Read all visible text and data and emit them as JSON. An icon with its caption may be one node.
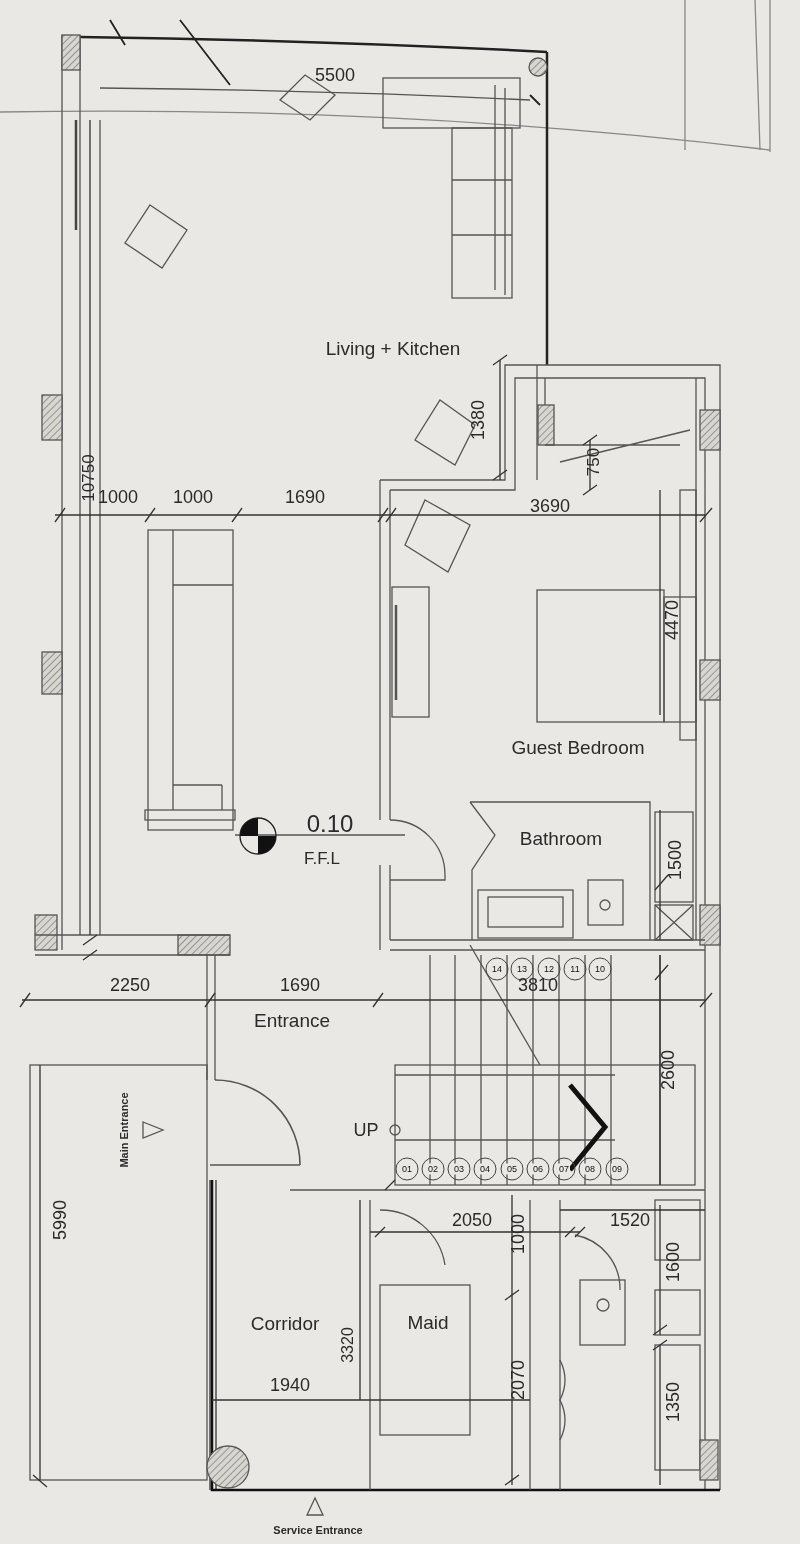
{
  "diagram": {
    "labels": [
      "5500",
      "Living + Kitchen",
      "1380",
      "750",
      "10750",
      "1000",
      "1000",
      "1690",
      "3690",
      "4470",
      "Guest Bedroom",
      "0.10",
      "F.F.L",
      "Bathroom",
      "1500",
      "2250",
      "1690",
      "3810",
      "Entrance",
      "14",
      "13",
      "12",
      "11",
      "10",
      "Main Entrance",
      "2600",
      "UP",
      "01",
      "02",
      "03",
      "04",
      "05",
      "06",
      "07",
      "08",
      "09",
      "2050",
      "1000",
      "1520",
      "1600",
      "5990",
      "Corridor",
      "3320",
      "Maid",
      "2070",
      "1940",
      "1350",
      "Service Entrance"
    ]
  }
}
